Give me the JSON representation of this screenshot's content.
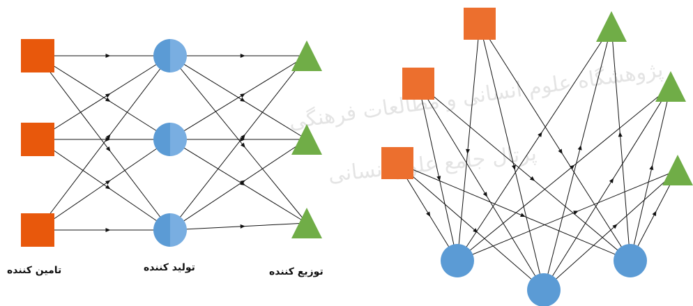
{
  "labels": {
    "supplier": "تامین کننده",
    "manufacturer": "تولید کننده",
    "distributor": "توزیع کننده"
  },
  "watermark": {
    "line1": "پژوهشگاه علوم انسانی و مطالعات فرهنگی",
    "line2": "پرتال جامع علوم انسانی"
  },
  "colors": {
    "supplier": "#e8580c",
    "supplier_right": "#ec6f2e",
    "manufacturer": "#5b9bd5",
    "manufacturer_light": "#7fb2e3",
    "distributor": "#70ad47",
    "edge": "#111111"
  },
  "left_network": {
    "suppliers": [
      "S1",
      "S2",
      "S3"
    ],
    "manufacturers": [
      "M1",
      "M2",
      "M3"
    ],
    "distributors": [
      "D1",
      "D2",
      "D3"
    ],
    "links": [
      [
        "S1",
        "M1"
      ],
      [
        "S1",
        "M2"
      ],
      [
        "S1",
        "M3"
      ],
      [
        "S2",
        "M1"
      ],
      [
        "S2",
        "M2"
      ],
      [
        "S2",
        "M3"
      ],
      [
        "S3",
        "M1"
      ],
      [
        "S3",
        "M2"
      ],
      [
        "S3",
        "M3"
      ],
      [
        "M1",
        "D1"
      ],
      [
        "M1",
        "D2"
      ],
      [
        "M1",
        "D3"
      ],
      [
        "M2",
        "D1"
      ],
      [
        "M2",
        "D2"
      ],
      [
        "M2",
        "D3"
      ],
      [
        "M3",
        "D1"
      ],
      [
        "M3",
        "D2"
      ],
      [
        "M3",
        "D3"
      ]
    ]
  },
  "right_network": {
    "suppliers": [
      "S1",
      "S2",
      "S3"
    ],
    "manufacturers": [
      "M1",
      "M2",
      "M3"
    ],
    "distributors": [
      "D1",
      "D2",
      "D3"
    ],
    "links": [
      [
        "S1",
        "M1"
      ],
      [
        "S1",
        "M2"
      ],
      [
        "S1",
        "M3"
      ],
      [
        "S2",
        "M1"
      ],
      [
        "S2",
        "M2"
      ],
      [
        "S2",
        "M3"
      ],
      [
        "S3",
        "M1"
      ],
      [
        "S3",
        "M2"
      ],
      [
        "S3",
        "M3"
      ],
      [
        "M1",
        "D1"
      ],
      [
        "M1",
        "D2"
      ],
      [
        "M1",
        "D3"
      ],
      [
        "M2",
        "D1"
      ],
      [
        "M2",
        "D2"
      ],
      [
        "M2",
        "D3"
      ],
      [
        "M3",
        "D1"
      ],
      [
        "M3",
        "D2"
      ],
      [
        "M3",
        "D3"
      ]
    ]
  }
}
